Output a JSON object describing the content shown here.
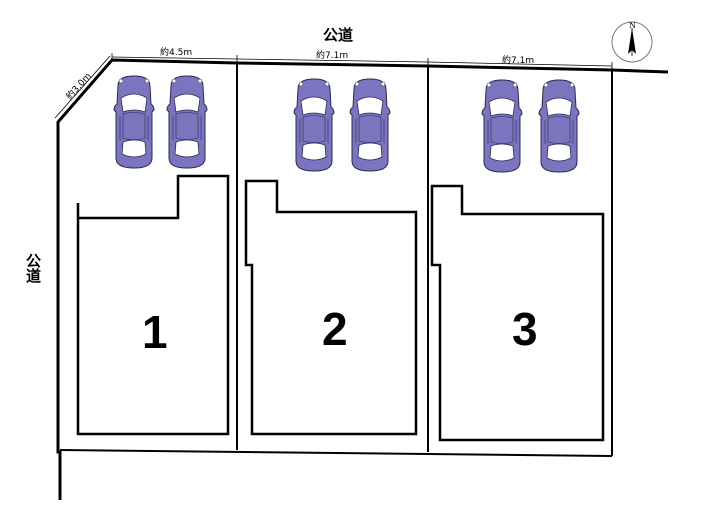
{
  "roads": {
    "top": "公道",
    "left": "公道"
  },
  "dimensions": {
    "corner": "約3.0m",
    "lot1_frontage": "約4.5m",
    "lot2_frontage": "約7.1m",
    "lot3_frontage": "約7.1m"
  },
  "lots": [
    {
      "number": "1",
      "parking_spaces": 2
    },
    {
      "number": "2",
      "parking_spaces": 2
    },
    {
      "number": "3",
      "parking_spaces": 2
    }
  ],
  "compass": {
    "label": "N",
    "icon": "north-arrow-icon"
  },
  "colors": {
    "car_body": "#7b74bf",
    "car_roof": "#ffffff",
    "line": "#000000"
  }
}
